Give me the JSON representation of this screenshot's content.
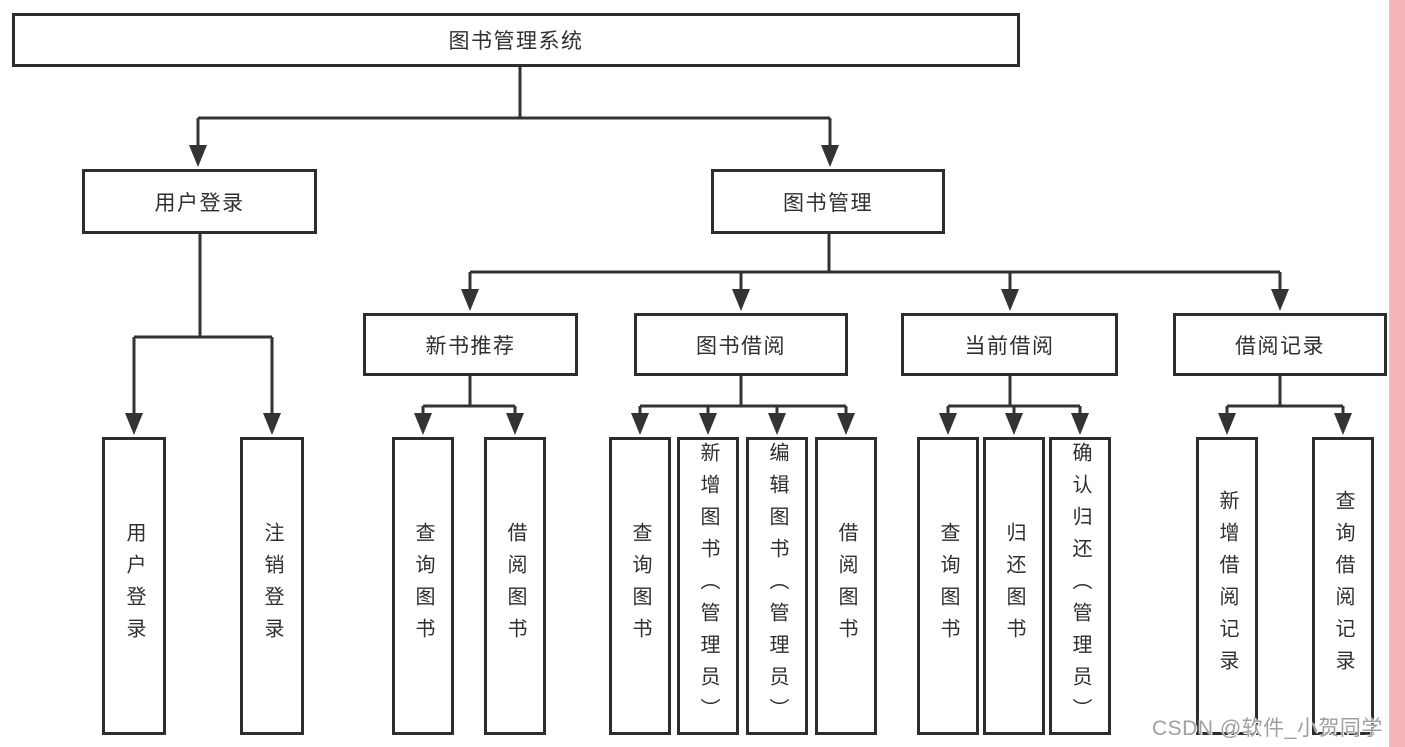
{
  "diagram": {
    "title": "图书管理系统",
    "level2": {
      "user_login": "用户登录",
      "book_management": "图书管理"
    },
    "level3": {
      "new_books": "新书推荐",
      "book_borrowing": "图书借阅",
      "current_borrowing": "当前借阅",
      "borrowing_records": "借阅记录"
    },
    "leaves": {
      "user_login": [
        "用户登录",
        "注销登录"
      ],
      "new_books": [
        "查询图书",
        "借阅图书"
      ],
      "book_borrowing": [
        "查询图书",
        "新增图书（管理员）",
        "编辑图书（管理员）",
        "借阅图书"
      ],
      "current_borrowing": [
        "查询图书",
        "归还图书",
        "确认归还（管理员）"
      ],
      "borrowing_records": [
        "新增借阅记录",
        "查询借阅记录"
      ]
    }
  },
  "watermark": "CSDN @软件_小贺同学",
  "colors": {
    "background": "#ffffff",
    "line": "#333333",
    "box_border": "#2d2d2d",
    "text": "#2f2f2f",
    "watermark_text": "#9f9f9f",
    "right_edge_strip": "#f4b6b6"
  }
}
